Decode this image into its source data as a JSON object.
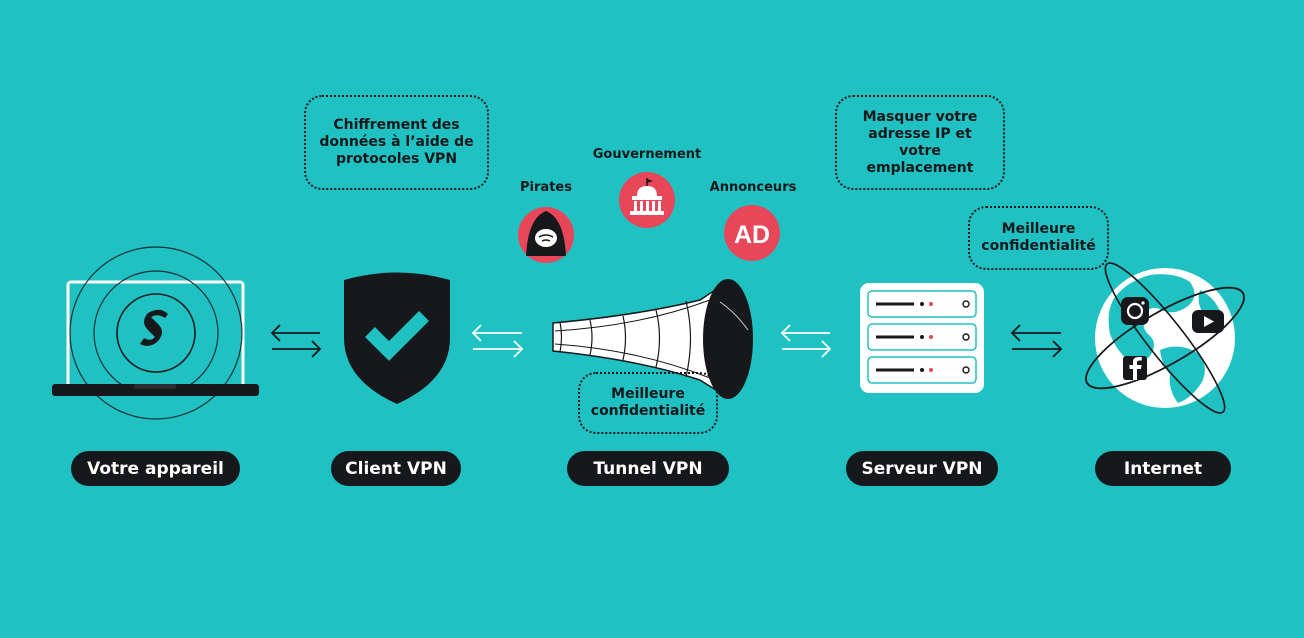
{
  "stages": {
    "device": "Votre appareil",
    "client": "Client VPN",
    "tunnel": "Tunnel VPN",
    "server": "Serveur VPN",
    "internet": "Internet"
  },
  "bubbles": {
    "encryption": "Chiffrement des données à l’aide de protocoles VPN",
    "mask_ip": "Masquer votre adresse IP et votre emplacement",
    "privacy_tunnel": "Meilleure confidentialité",
    "privacy_internet": "Meilleure confidentialité"
  },
  "threats": {
    "pirates": "Pirates",
    "government": "Gouvernement",
    "advertisers": "Annonceurs",
    "ad_badge": "AD"
  },
  "icons": [
    "laptop-icon",
    "surfshark-logo-icon",
    "shield-check-icon",
    "tunnel-funnel-icon",
    "server-icon",
    "globe-icon",
    "instagram-icon",
    "youtube-icon",
    "facebook-icon",
    "hacker-icon",
    "government-building-icon",
    "bidirectional-arrows-icon"
  ],
  "colors": {
    "background": "#1fc1c2",
    "dark": "#16181b",
    "threat_red": "#e8475a",
    "white": "#ffffff"
  }
}
